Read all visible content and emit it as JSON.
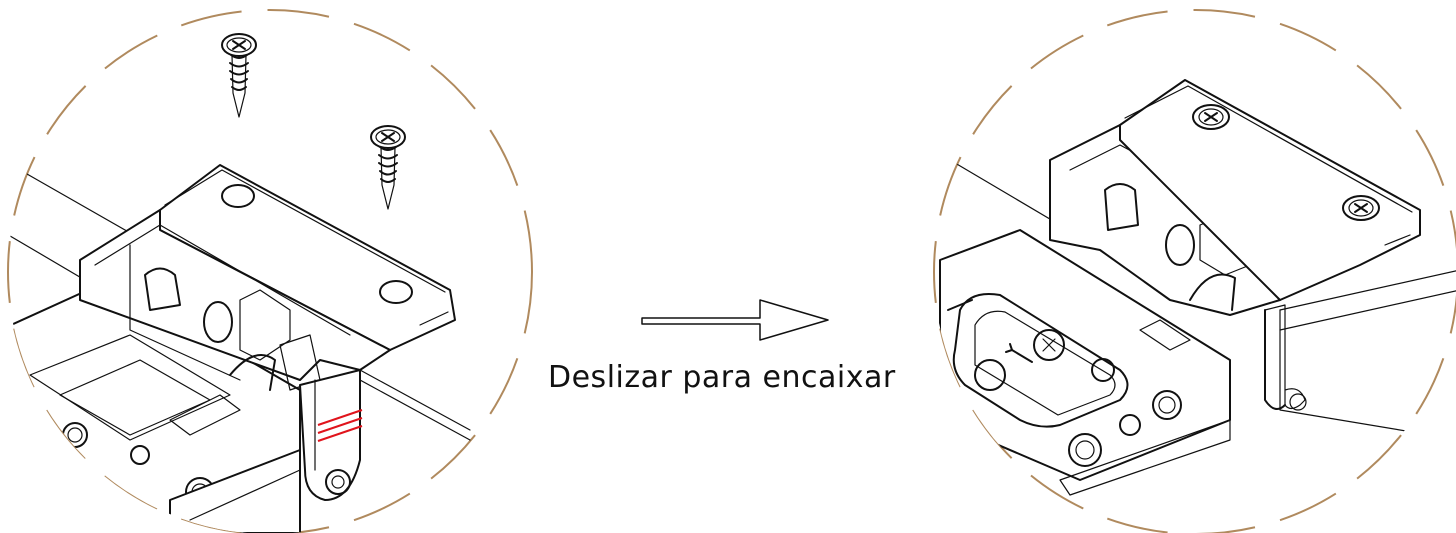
{
  "instruction_label": "Deslizar para encaixar",
  "colors": {
    "circle_border": "#b08a5e",
    "outline": "#111111",
    "highlight": "#e0141c"
  },
  "panels": {
    "before": {
      "description_icon": "bracket-with-loose-screws"
    },
    "after": {
      "description_icon": "bracket-screwed-in"
    }
  }
}
